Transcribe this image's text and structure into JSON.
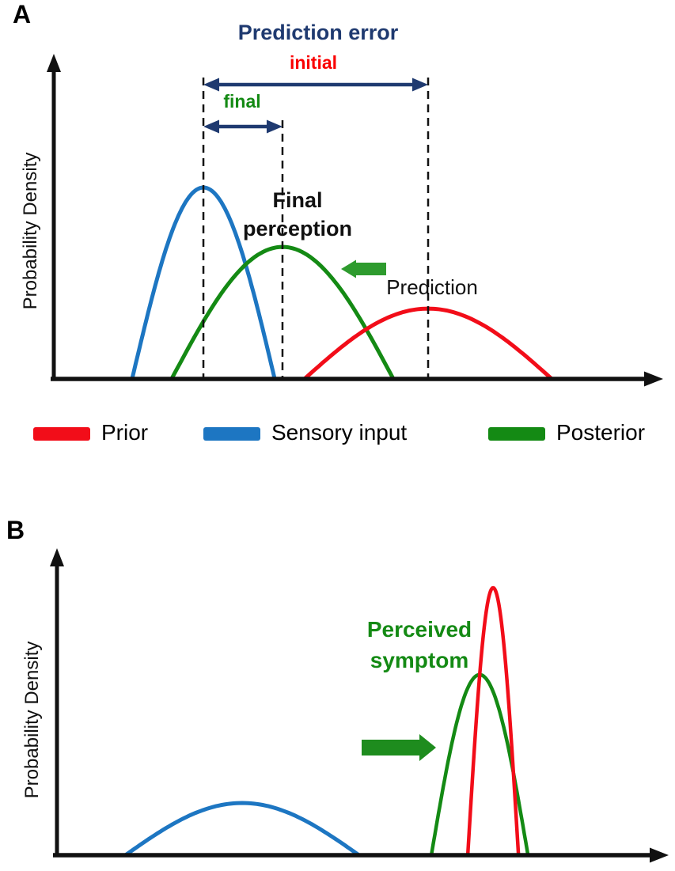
{
  "figure": {
    "panel_a_label": "A",
    "panel_b_label": "B"
  },
  "colors": {
    "prior_red": "#f20d19",
    "sensory_blue": "#1d76c2",
    "posterior_green": "#148a14",
    "arrow_navy": "#1f3a70",
    "initial_text_red": "#fa0000",
    "axis_black": "#111111"
  },
  "chart_data": [
    {
      "panel": "A",
      "type": "line",
      "description": "Bayesian integration: prior, sensory input and posterior probability density curves; dashed lines mark curve means, double arrows mark initial and final prediction error",
      "title": "",
      "xlabel": "",
      "ylabel": "Probability Density",
      "axis_note": "axes unlabeled; mean and half_width are fractions of x-axis length, peak_height is fraction of y-axis height",
      "series": [
        {
          "name": "Sensory input",
          "color": "#1d76c2",
          "mean": 0.2455,
          "half_width": 0.117,
          "peak_height": 0.596
        },
        {
          "name": "Posterior",
          "color": "#148a14",
          "mean": 0.3753,
          "half_width": 0.182,
          "peak_height": 0.411
        },
        {
          "name": "Prior",
          "color": "#f20d19",
          "mean": 0.6143,
          "half_width": 0.203,
          "peak_height": 0.219
        }
      ],
      "annotations": {
        "title": "Prediction error",
        "initial_label": "initial",
        "final_label": "final",
        "final_perception_line1": "Final",
        "final_perception_line2": "perception",
        "prediction_label": "Prediction",
        "posterior_shift_arrow": "left"
      },
      "legend": {
        "position": "below",
        "items": [
          {
            "label": "Prior",
            "color": "#f20d19"
          },
          {
            "label": "Sensory input",
            "color": "#1d76c2"
          },
          {
            "label": "Posterior",
            "color": "#148a14"
          }
        ]
      }
    },
    {
      "panel": "B",
      "type": "line",
      "description": "Strong narrow prior dominates weak broad sensory input; perceived symptom (posterior) sits close to the prior",
      "title": "",
      "xlabel": "",
      "ylabel": "Probability Density",
      "series": [
        {
          "name": "Sensory input",
          "color": "#1d76c2",
          "mean": 0.3028,
          "half_width": 0.191,
          "peak_height": 0.17
        },
        {
          "name": "Posterior (perceived symptom)",
          "color": "#148a14",
          "mean": 0.691,
          "half_width": 0.079,
          "peak_height": 0.588
        },
        {
          "name": "Prior",
          "color": "#f20d19",
          "mean": 0.713,
          "half_width": 0.0415,
          "peak_height": 0.871
        }
      ],
      "annotations": {
        "perceived_symptom_line1": "Perceived",
        "perceived_symptom_line2": "symptom",
        "posterior_shift_arrow": "right"
      }
    }
  ]
}
